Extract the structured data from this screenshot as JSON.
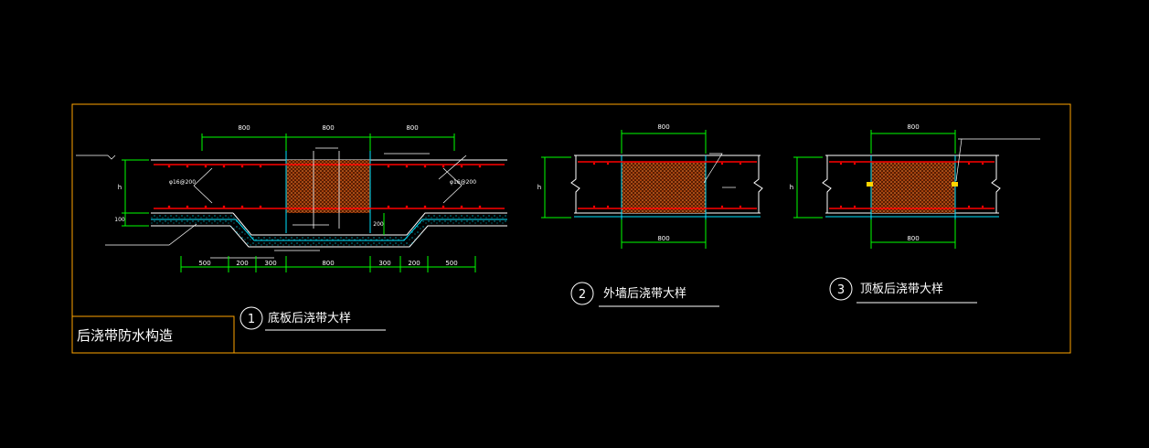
{
  "frame_title": "后浇带防水构造",
  "details": [
    {
      "number": "1",
      "title": "底板后浇带大样",
      "note": "",
      "dims_top": [
        "800",
        "800",
        "800"
      ],
      "dims_bottom": [
        "500",
        "200",
        "300",
        "800",
        "300",
        "200",
        "500"
      ],
      "side_dims": [
        "h",
        "100",
        "200"
      ],
      "rebar_labels": [
        "φ16@200",
        "φ16@200"
      ]
    },
    {
      "number": "2",
      "title": "外墙后浇带大样",
      "note": "",
      "dims_top": [
        "800"
      ],
      "dims_bottom": [
        "800"
      ],
      "side_dims": [
        "h"
      ]
    },
    {
      "number": "3",
      "title": "顶板后浇带大样",
      "note": "",
      "dims_top": [
        "800"
      ],
      "dims_bottom": [
        "800"
      ],
      "side_dims": [
        "h"
      ]
    }
  ],
  "colors": {
    "background": "#000000",
    "frame": "#ffa500",
    "dimension": "#00ff00",
    "rebar": "#ff0000",
    "hatch": "#ff6a1a",
    "outline": "#ffffff",
    "gravel": "#00e5ff",
    "waterstop": "#ffd400",
    "leader": "#ffffff"
  }
}
